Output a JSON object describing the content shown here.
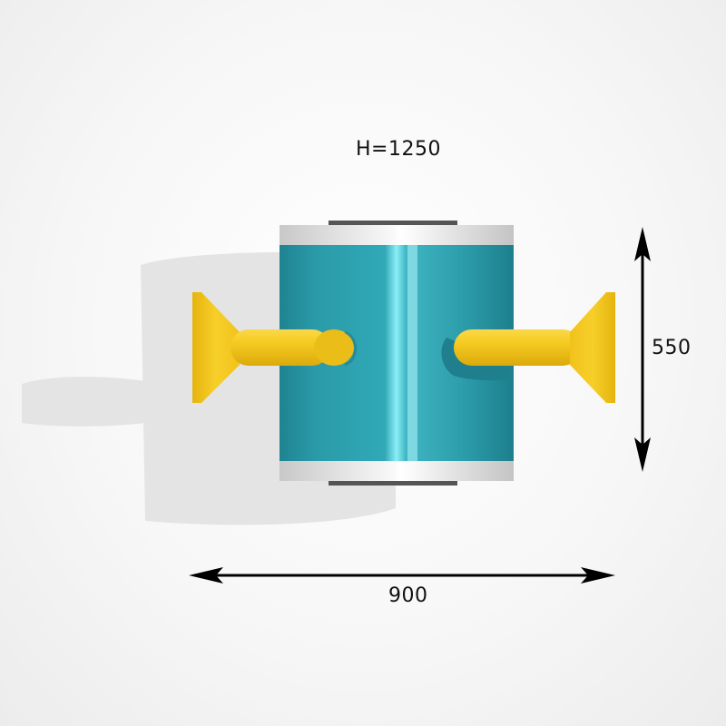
{
  "dimensions": {
    "height_label": "H=1250",
    "depth_label": "550",
    "width_label": "900"
  },
  "colors": {
    "drum_body": "#2a97a5",
    "drum_highlight": "#7fe8f2",
    "drum_rim": "#d9d9d9",
    "speaking_tube": "#f2c21b",
    "shadow": "#e3e3e3",
    "dimension_line": "#000000",
    "background": "#f4f4f4"
  }
}
